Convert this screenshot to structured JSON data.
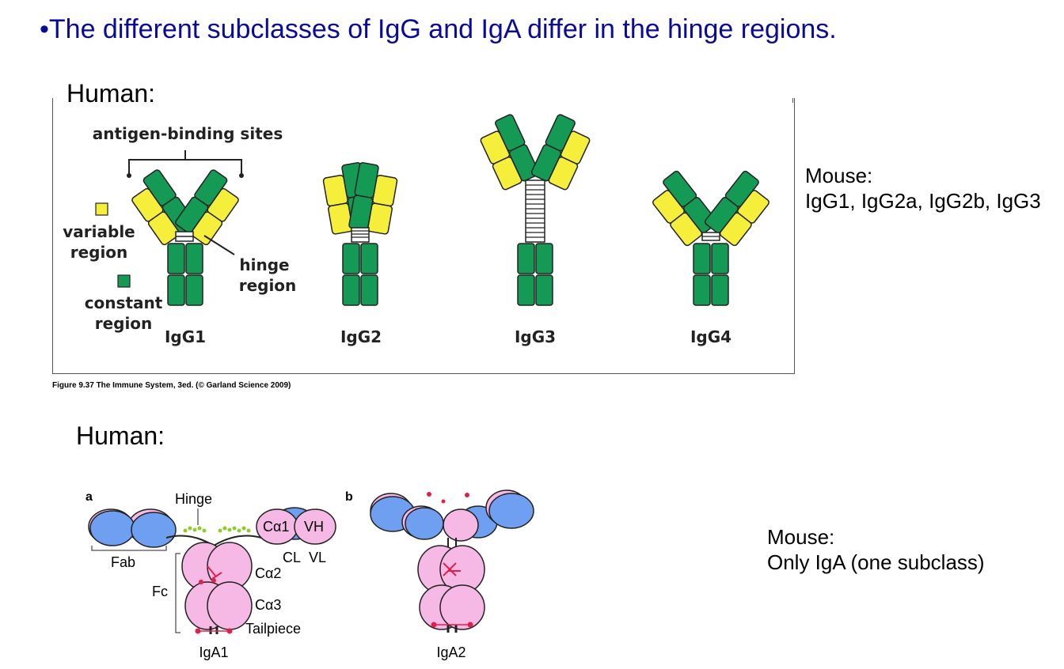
{
  "heading": "•The different subclasses of IgG and IgA differ in the hinge regions.",
  "human_label_1": "Human:",
  "human_label_2": "Human:",
  "igg_figure": {
    "antigen_binding": "antigen-binding sites",
    "variable_region": [
      "variable",
      "region"
    ],
    "constant_region": [
      "constant",
      "region"
    ],
    "hinge_region": [
      "hinge",
      "region"
    ],
    "subclasses": [
      "IgG1",
      "IgG2",
      "IgG3",
      "IgG4"
    ],
    "caption": "Figure 9.37 The Immune System, 3ed. (© Garland Science 2009)"
  },
  "iga_figure": {
    "panel_a": "a",
    "panel_b": "b",
    "hinge": "Hinge",
    "fab": "Fab",
    "fc": "Fc",
    "ca1": "Cα1",
    "vh": "VH",
    "cl": "CL",
    "vl": "VL",
    "ca2": "Cα2",
    "ca3": "Cα3",
    "tailpiece": "Tailpiece",
    "iga1": "IgA1",
    "iga2": "IgA2"
  },
  "mouse_igg": {
    "title": "Mouse:",
    "text": "IgG1, IgG2a, IgG2b, IgG3"
  },
  "mouse_iga": {
    "title": "Mouse:",
    "text": "Only IgA (one subclass)"
  },
  "colors": {
    "heading": "#0a0a9a",
    "variable": "#f5ef3c",
    "constant": "#159a55",
    "pink": "#f6b9e6",
    "blue": "#6f9ff0",
    "red": "#e0204a",
    "green_dots": "#8ccc2c"
  }
}
